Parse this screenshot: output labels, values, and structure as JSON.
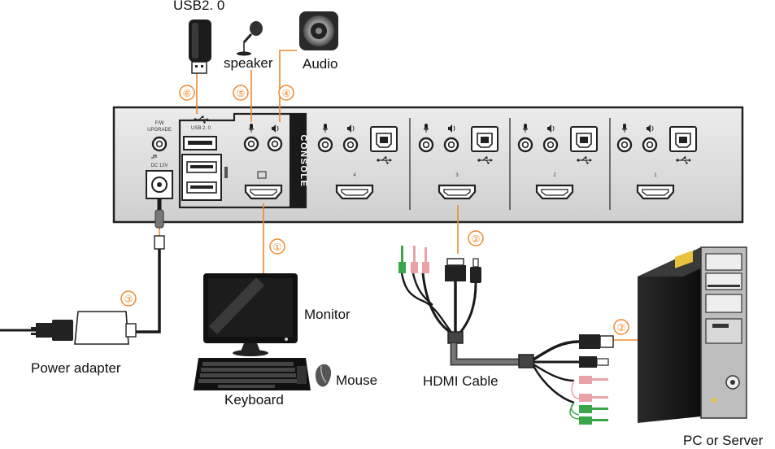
{
  "labels": {
    "usb": "USB2. 0",
    "speaker": "speaker",
    "audio": "Audio",
    "monitor": "Monitor",
    "mouse": "Mouse",
    "keyboard": "Keyboard",
    "power_adapter": "Power adapter",
    "hdmi_cable": "HDMI Cable",
    "pc_server": "PC or Server"
  },
  "device": {
    "console": "CONSOLE",
    "fw_upgrade_top": "F/W",
    "fw_upgrade": "UPGRADE",
    "usb_port_label": "USB 2. 0",
    "dc_label": "DC 12V",
    "ports": [
      "4",
      "3",
      "2",
      "1"
    ]
  },
  "callouts": [
    "①",
    "②",
    "③",
    "④",
    "⑤",
    "⑥"
  ],
  "colors": {
    "callout": "#f0892c",
    "panel": "#dcdcdc",
    "console_bar": "#1a1a1a"
  }
}
